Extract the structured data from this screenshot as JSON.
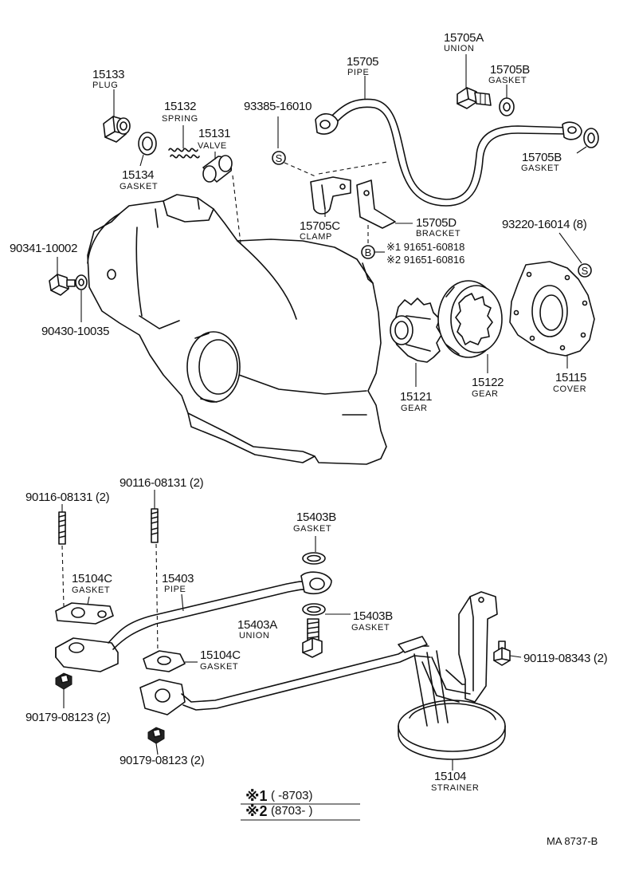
{
  "labels": {
    "p15133": "15133",
    "p15133_name": "PLUG",
    "p15132": "15132",
    "p15132_name": "SPRING",
    "p15131": "15131",
    "p15131_name": "VALVE",
    "p15134": "15134",
    "p15134_name": "GASKET",
    "p93385": "93385-16010",
    "p15705": "15705",
    "p15705_name": "PIPE",
    "p15705A": "15705A",
    "p15705A_name": "UNION",
    "p15705B_top": "15705B",
    "p15705B_top_name": "GASKET",
    "p15705B_right": "15705B",
    "p15705B_right_name": "GASKET",
    "p15705C": "15705C",
    "p15705C_name": "CLAMP",
    "p15705D": "15705D",
    "p15705D_name": "BRACKET",
    "alt1": "※1 91651-60818",
    "alt2": "※2 91651-60816",
    "p93220": "93220-16014 (8)",
    "p90341": "90341-10002",
    "p90430": "90430-10035",
    "p15121": "15121",
    "p15121_name": "GEAR",
    "p15122": "15122",
    "p15122_name": "GEAR",
    "p15115": "15115",
    "p15115_name": "COVER",
    "p90116_left": "90116-08131 (2)",
    "p90116_mid": "90116-08131 (2)",
    "p15403B_top": "15403B",
    "p15403B_top_name": "GASKET",
    "p15104C_left": "15104C",
    "p15104C_left_name": "GASKET",
    "p15403": "15403",
    "p15403_name": "PIPE",
    "p15403A": "15403A",
    "p15403A_name": "UNION",
    "p15403B_bot": "15403B",
    "p15403B_bot_name": "GASKET",
    "p15104C_mid": "15104C",
    "p15104C_mid_name": "GASKET",
    "p90119": "90119-08343 (2)",
    "p90179_a": "90179-08123 (2)",
    "p90179_b": "90179-08123 (2)",
    "p15104": "15104",
    "p15104_name": "STRAINER",
    "circle_s": "S",
    "circle_b": "B"
  },
  "footnotes": {
    "row1_mark": "※1",
    "row1_range": "(       -8703)",
    "row2_mark": "※2",
    "row2_range": "(8703-        )"
  },
  "code": "MA  8737-B"
}
